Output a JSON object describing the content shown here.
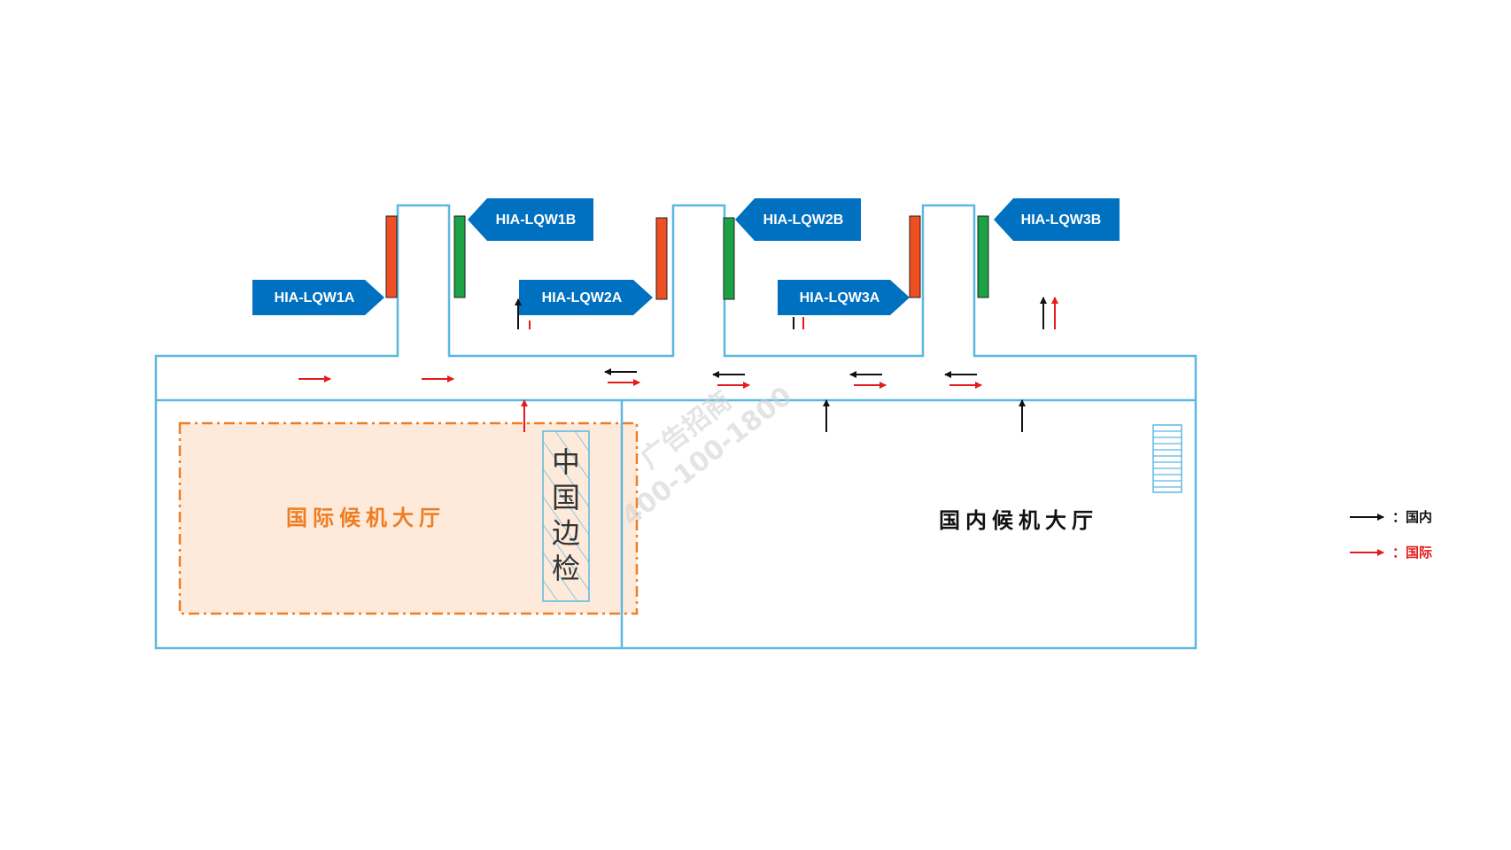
{
  "colors": {
    "wall": "#5bb8e0",
    "tag_bg": "#0070c0",
    "international": "#e31c1c",
    "domestic": "#111111",
    "intl_zone_fill": "#fdeadb",
    "intl_zone_border": "#ef7d22",
    "intl_text": "#ef7d22",
    "gate_red": "#f04e23",
    "gate_green": "#1aa245"
  },
  "gates": [
    {
      "id": "1A",
      "label": "HIA-LQW1A",
      "gate": "red"
    },
    {
      "id": "1B",
      "label": "HIA-LQW1B",
      "gate": "green"
    },
    {
      "id": "2A",
      "label": "HIA-LQW2A",
      "gate": "red"
    },
    {
      "id": "2B",
      "label": "HIA-LQW2B",
      "gate": "green"
    },
    {
      "id": "3A",
      "label": "HIA-LQW3A",
      "gate": "red"
    },
    {
      "id": "3B",
      "label": "HIA-LQW3B",
      "gate": "green"
    }
  ],
  "halls": {
    "international": "国际候机大厅",
    "domestic": "国内候机大厅"
  },
  "border_check": "中国边检",
  "legend": {
    "domestic": "：国内",
    "international": "：国际"
  },
  "watermark": {
    "line1": "广告招商",
    "line2": "400-100-1800"
  }
}
